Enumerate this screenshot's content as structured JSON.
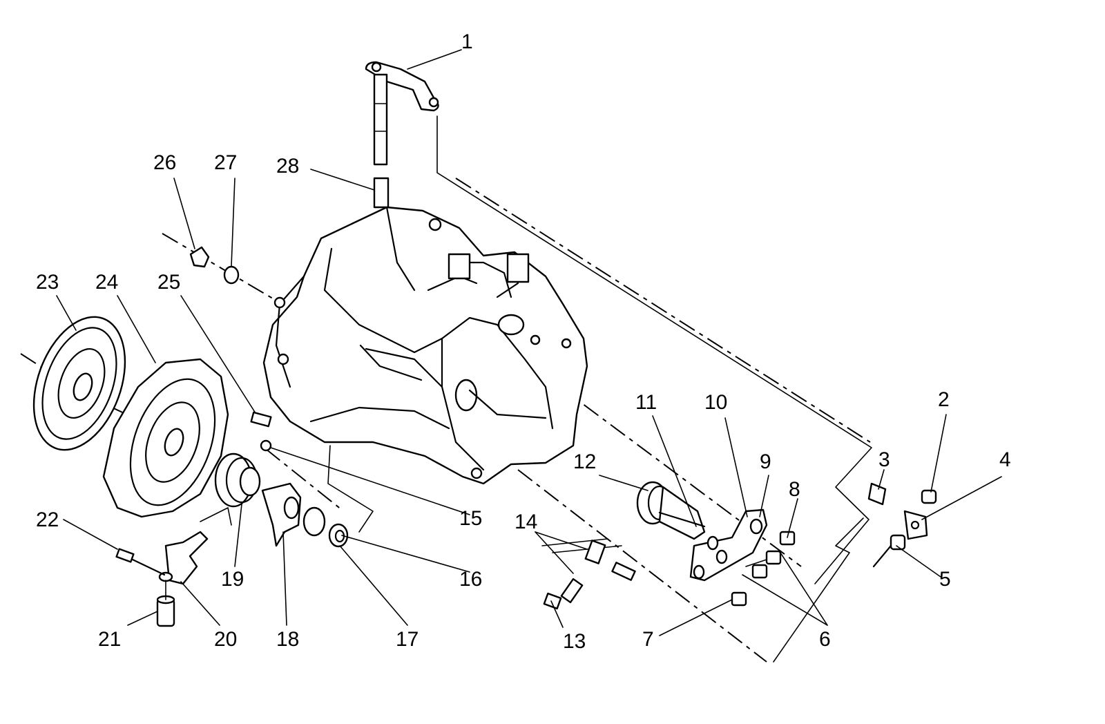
{
  "callouts": [
    {
      "id": "1",
      "label": "1"
    },
    {
      "id": "2",
      "label": "2"
    },
    {
      "id": "3",
      "label": "3"
    },
    {
      "id": "4",
      "label": "4"
    },
    {
      "id": "5",
      "label": "5"
    },
    {
      "id": "6",
      "label": "6"
    },
    {
      "id": "7",
      "label": "7"
    },
    {
      "id": "8",
      "label": "8"
    },
    {
      "id": "9",
      "label": "9"
    },
    {
      "id": "10",
      "label": "10"
    },
    {
      "id": "11",
      "label": "11"
    },
    {
      "id": "12",
      "label": "12"
    },
    {
      "id": "13",
      "label": "13"
    },
    {
      "id": "14",
      "label": "14"
    },
    {
      "id": "15",
      "label": "15"
    },
    {
      "id": "16",
      "label": "16"
    },
    {
      "id": "17",
      "label": "17"
    },
    {
      "id": "18",
      "label": "18"
    },
    {
      "id": "19",
      "label": "19"
    },
    {
      "id": "20",
      "label": "20"
    },
    {
      "id": "21",
      "label": "21"
    },
    {
      "id": "22",
      "label": "22"
    },
    {
      "id": "23",
      "label": "23"
    },
    {
      "id": "24",
      "label": "24"
    },
    {
      "id": "25",
      "label": "25"
    },
    {
      "id": "26",
      "label": "26"
    },
    {
      "id": "27",
      "label": "27"
    },
    {
      "id": "28",
      "label": "28"
    }
  ]
}
